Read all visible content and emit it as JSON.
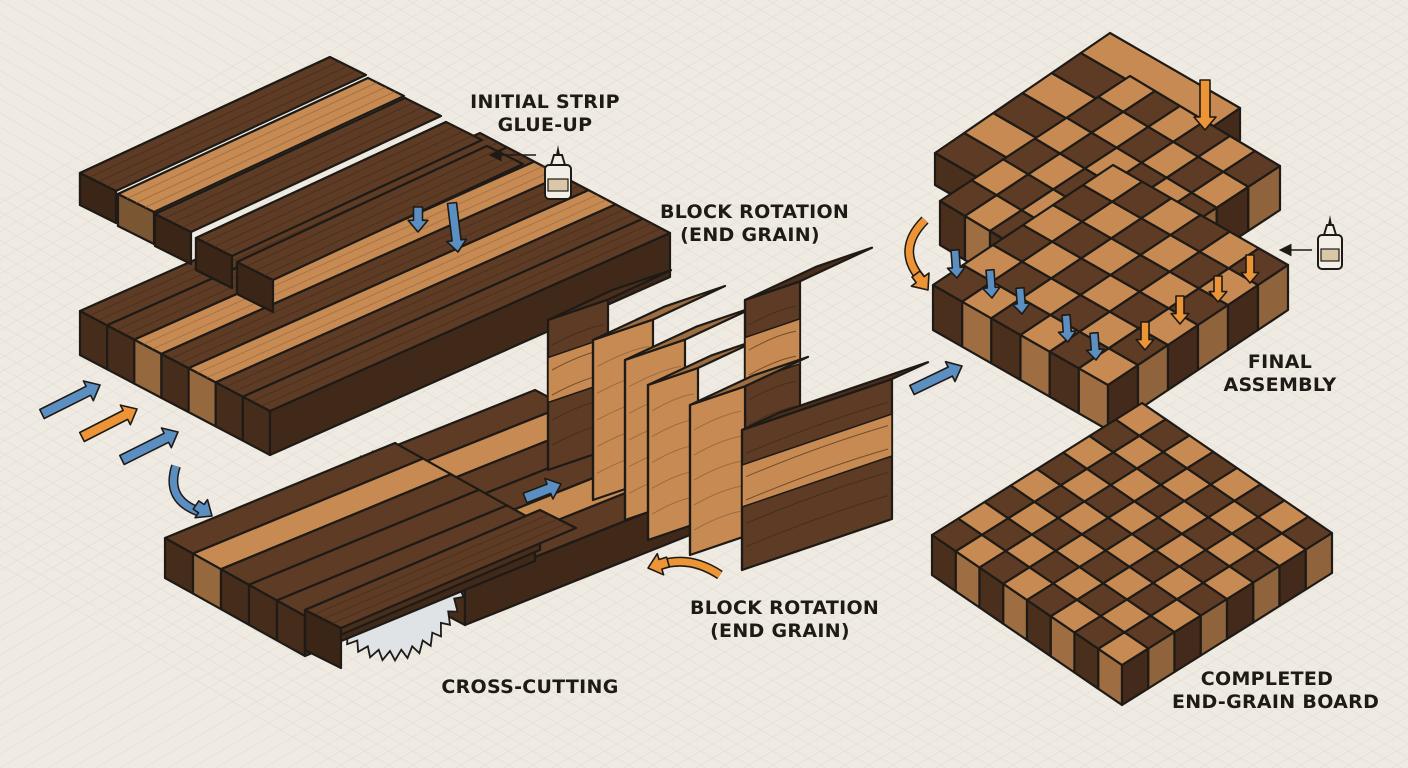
{
  "colors": {
    "background": "#efebe3",
    "grid": "#d9d3c8",
    "outline": "#1e1a16",
    "dark_wood": "#5d3b24",
    "dark_wood_shade": "#3f2716",
    "light_wood": "#c68a52",
    "light_wood_shade": "#9a6434",
    "blue_arrow": "#5b8fc2",
    "orange_arrow": "#ec9436",
    "saw_blade": "#dfe3e6"
  },
  "icons": [
    "glue-bottle-icon",
    "saw-blade-icon",
    "arrow-icon",
    "rotate-arrow-icon"
  ],
  "steps": {
    "glue_up": [
      "INITIAL STRIP",
      "GLUE-UP"
    ],
    "rotation_top": [
      "BLOCK ROTATION",
      "(END GRAIN)"
    ],
    "rotation_bottom": [
      "BLOCK ROTATION",
      "(END GRAIN)"
    ],
    "cross_cutting": [
      "CROSS-CUTTING"
    ],
    "final_assembly": [
      "FINAL",
      "ASSEMBLY"
    ],
    "completed": [
      "COMPLETED",
      "END-GRAIN BOARD"
    ]
  }
}
